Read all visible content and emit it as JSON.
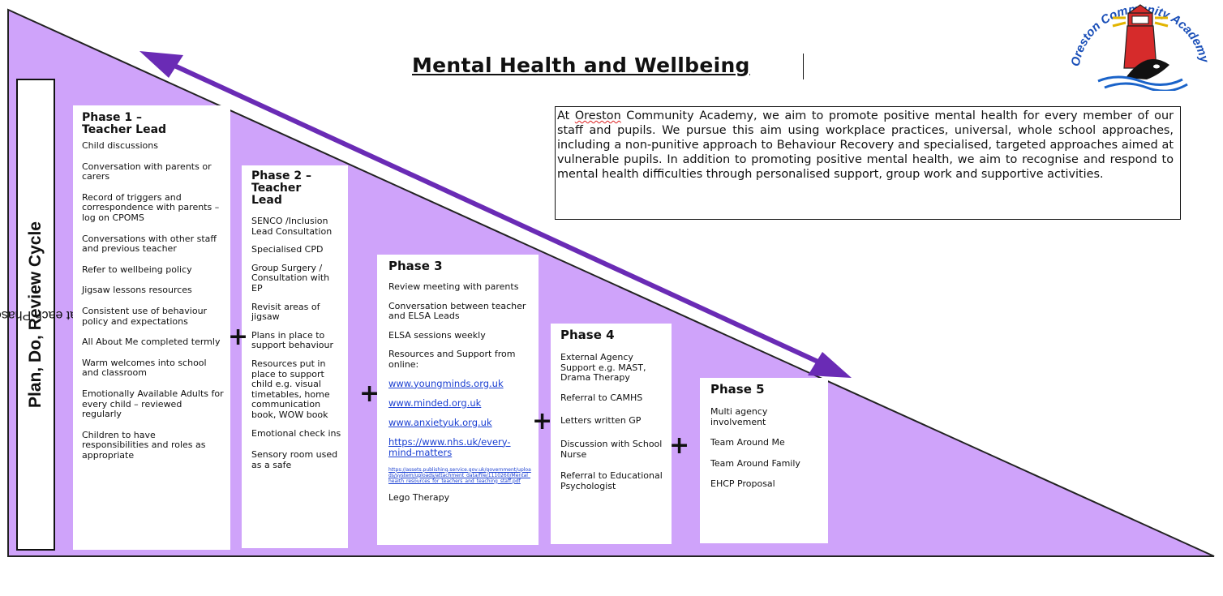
{
  "title": "Mental Health and Wellbeing",
  "logo": {
    "text": "Oreston Community Academy"
  },
  "intro": {
    "before": "At ",
    "underlined": "Oreston",
    "after": " Community Academy, we aim to promote positive mental health for every member of our staff and pupils. We pursue this aim using workplace practices, universal, whole school approaches, including a non-punitive approach to Behaviour Recovery and specialised, targeted approaches aimed at vulnerable pupils. In addition to promoting positive mental health, we aim to recognise and respond to mental health difficulties through personalised support, group work and supportive activities."
  },
  "side_label": {
    "main": "Plan, Do, Review Cycle",
    "small": " at each Phase"
  },
  "plus_sign": "+",
  "colors": {
    "triangle": "#cfa3fa",
    "arrow": "#6a2bb5",
    "outline": "#111111",
    "link": "#1a3fd1"
  },
  "phases": [
    {
      "title_line1": "Phase 1 –",
      "title_line2": "Teacher Lead",
      "items": [
        "Child discussions",
        "Conversation with parents or carers",
        "Record of triggers and correspondence with parents – log on CPOMS",
        "Conversations with other staff and previous teacher",
        "Refer to wellbeing policy",
        "Jigsaw lessons resources",
        "Consistent use of behaviour policy and expectations",
        "All About Me completed termly",
        "Warm welcomes into school and classroom",
        "Emotionally Available Adults for every child – reviewed regularly",
        "Children to have responsibilities and roles as appropriate"
      ]
    },
    {
      "title_line1": "Phase 2 –",
      "title_line2": "Teacher",
      "title_line3": "Lead",
      "items": [
        "SENCO /Inclusion Lead Consultation",
        "Specialised CPD",
        "Group Surgery / Consultation with EP",
        "Revisit areas of jigsaw",
        "Plans in place to support behaviour",
        "Resources put in place to support child e.g. visual timetables, home communication book, WOW book",
        "Emotional check ins",
        "Sensory room used as a safe"
      ]
    },
    {
      "title_line1": "Phase 3",
      "items_before": [
        "Review meeting with parents",
        "Conversation between teacher and ELSA Leads",
        "ELSA sessions weekly",
        "Resources and Support from online:"
      ],
      "links": [
        "www.youngminds.org.uk",
        "www.minded.org.uk",
        "www.anxietyuk.org.uk",
        "https://www.nhs.uk/every-mind-matters"
      ],
      "long_link": "https://assets.publishing.service.gov.uk/government/uploads/system/uploads/attachment_data/file/1110260/Mental_health_resources_for_teachers_and_teaching_staff.pdf",
      "items_after": [
        "Lego Therapy"
      ]
    },
    {
      "title_line1": "Phase 4",
      "items": [
        "External Agency Support e.g. MAST, Drama Therapy",
        "Referral to CAMHS",
        "Letters written GP",
        "Discussion with School Nurse",
        "Referral to Educational Psychologist"
      ]
    },
    {
      "title_line1": "Phase 5",
      "items": [
        "Multi agency involvement",
        "Team Around Me",
        "Team Around Family",
        "EHCP Proposal"
      ]
    }
  ]
}
